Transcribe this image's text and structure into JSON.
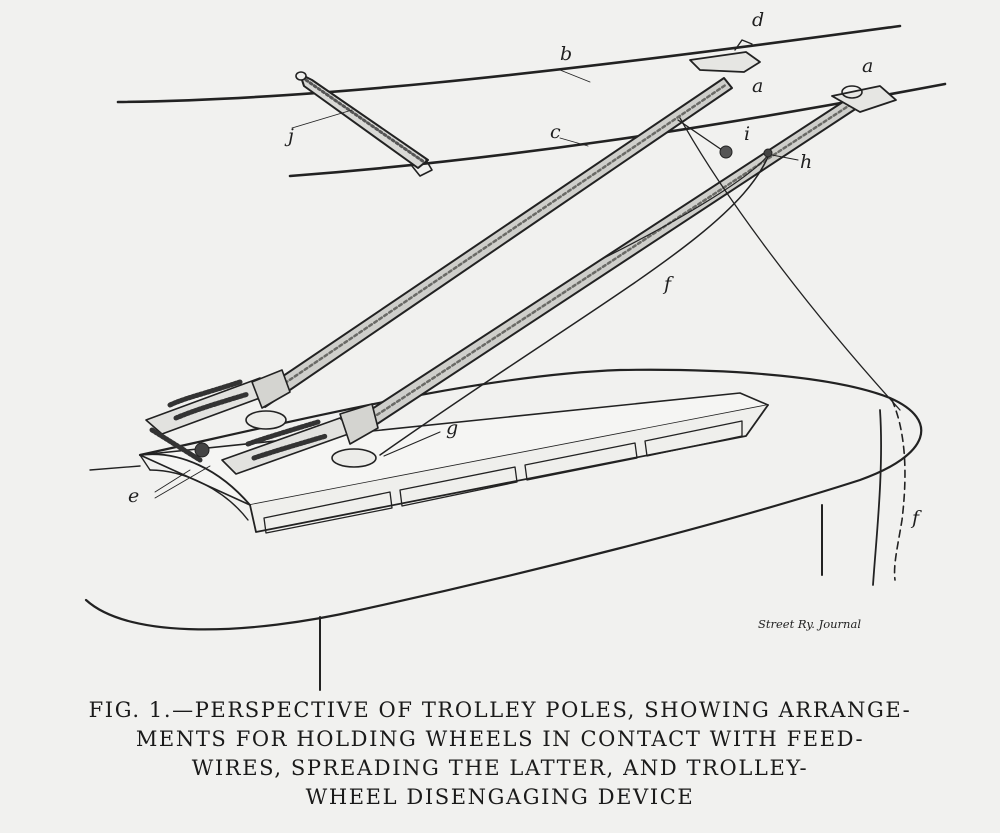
{
  "figure": {
    "labels": {
      "a1": "a",
      "a2": "a",
      "b": "b",
      "c": "c",
      "d": "d",
      "e": "e",
      "f1": "f",
      "f2": "f",
      "g": "g",
      "h": "h",
      "i": "i",
      "j": "j"
    },
    "credit": "Street Ry. Journal",
    "caption_lines": [
      "FIG. 1.—PERSPECTIVE OF TROLLEY POLES, SHOWING ARRANGE-",
      "MENTS FOR HOLDING WHEELS IN CONTACT WITH FEED-",
      "WIRES, SPREADING THE LATTER, AND TROLLEY-",
      "WHEEL DISENGAGING DEVICE"
    ]
  }
}
